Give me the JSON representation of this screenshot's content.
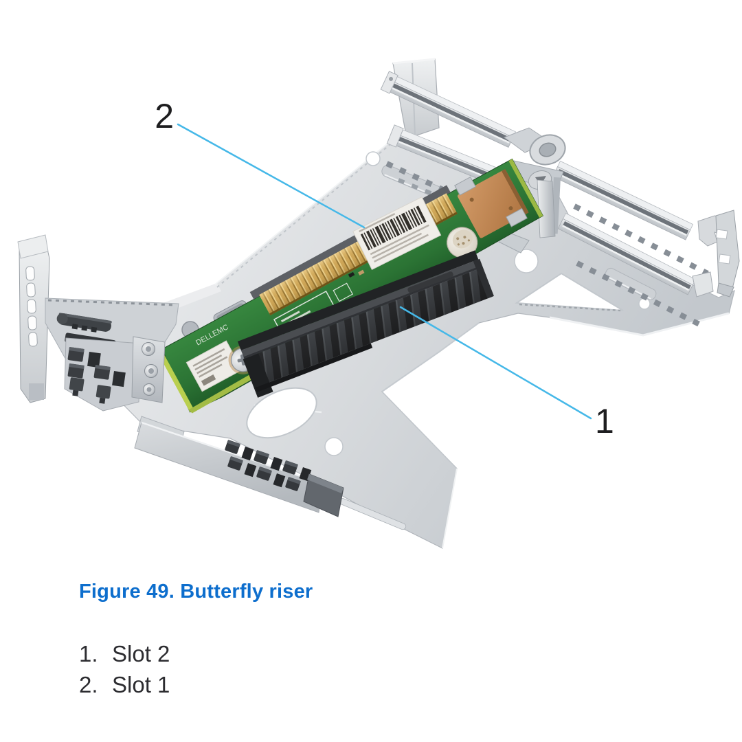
{
  "page": {
    "background": "#ffffff"
  },
  "figure": {
    "caption": "Figure 49. Butterfly riser",
    "callouts": [
      {
        "number": "1"
      },
      {
        "number": "2"
      }
    ],
    "legend": [
      {
        "number": "1.",
        "label": "Slot 2"
      },
      {
        "number": "2.",
        "label": "Slot 1"
      }
    ],
    "pcb_silkscreen": "DELLEMC",
    "icons": [],
    "colors": {
      "callout_leader": "#45b8e8",
      "caption_blue": "#0d6ecd",
      "body_text": "#2c2c30",
      "pcb_green": "#2f7c39",
      "gold_edge": "#c9a254",
      "metal_gray": "#d2d6da",
      "slot_black": "#2b2d2f"
    }
  }
}
